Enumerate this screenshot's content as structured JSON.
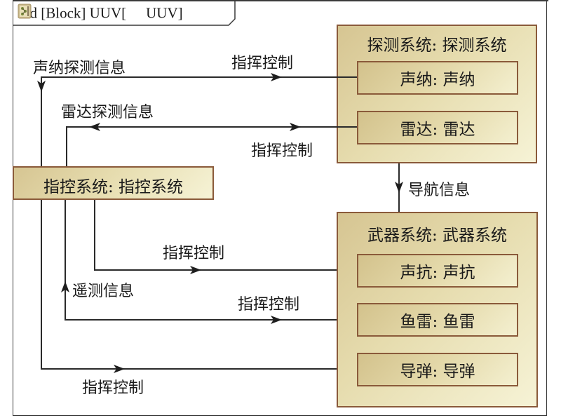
{
  "diagram": {
    "title": {
      "prefix": "Ibd [Block] UUV[",
      "icon": "block-diagram-icon",
      "suffix": "UUV]"
    },
    "blocks": {
      "detection": {
        "label": "探测系统: 探测系统",
        "parts": [
          {
            "label": "声纳: 声纳"
          },
          {
            "label": "雷达: 雷达"
          }
        ]
      },
      "command": {
        "label": "指控系统: 指控系统"
      },
      "weapons": {
        "label": "武器系统: 武器系统",
        "parts": [
          {
            "label": "声抗: 声抗"
          },
          {
            "label": "鱼雷: 鱼雷"
          },
          {
            "label": "导弹: 导弹"
          }
        ]
      }
    },
    "flows": {
      "sonar_info": "声纳探测信息",
      "sonar_cmd": "指挥控制",
      "radar_info": "雷达探测信息",
      "radar_cmd": "指挥控制",
      "nav_info": "导航信息",
      "countermeasure_cmd": "指挥控制",
      "telemetry_info": "遥测信息",
      "torpedo_cmd": "指挥控制",
      "missile_cmd": "指挥控制"
    },
    "colors": {
      "block_border": "#8a5a3a",
      "block_fill_start": "#d6c592",
      "block_fill_end": "#f6f3d6",
      "line": "#2a2a2a"
    }
  }
}
